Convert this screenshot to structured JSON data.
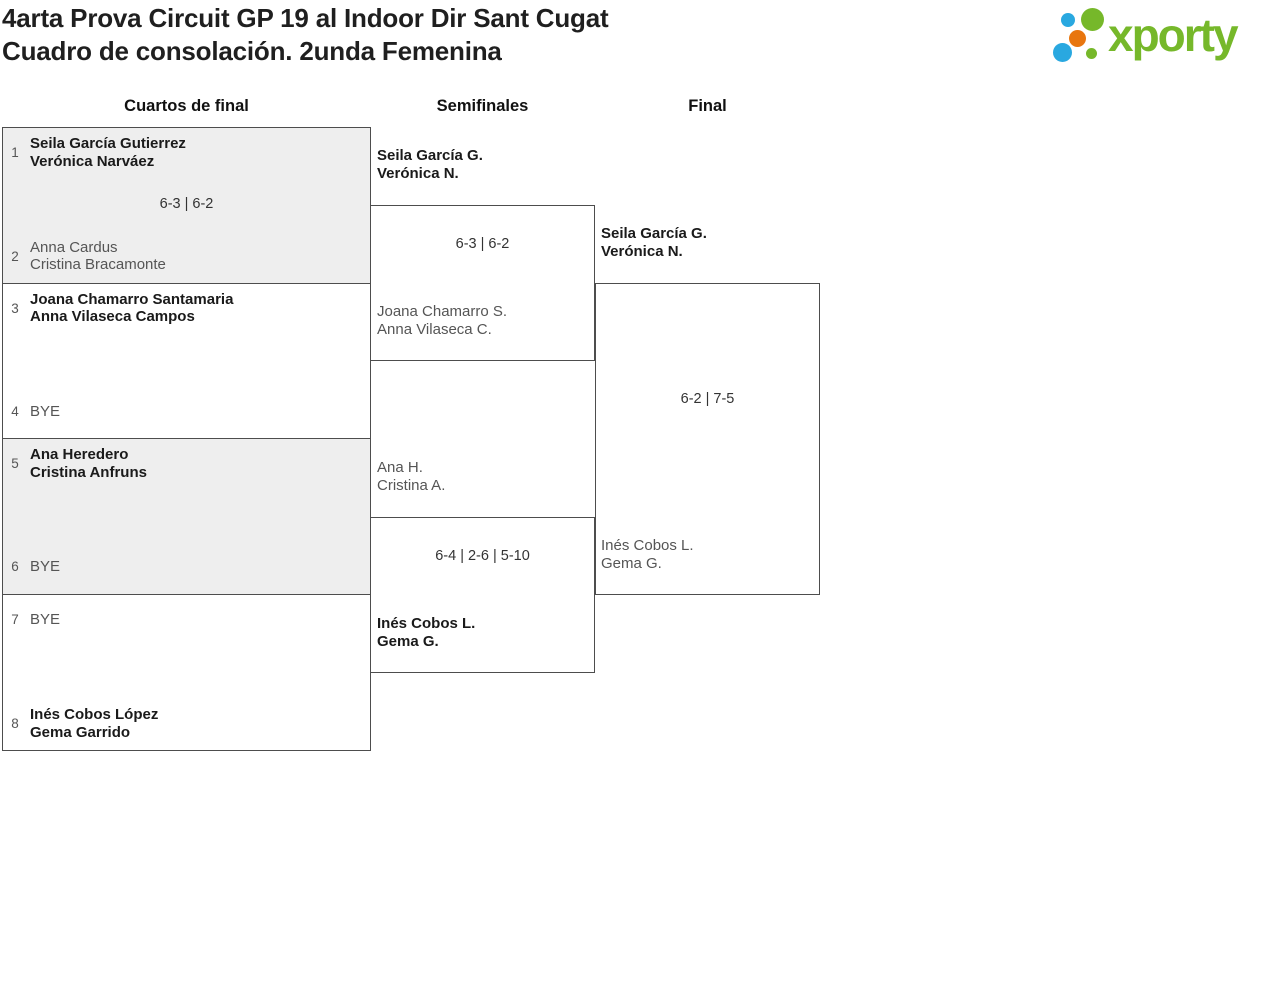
{
  "title": {
    "line1": "4arta Prova Circuit GP 19 al Indoor Dir Sant Cugat",
    "line2": "Cuadro de consolación. 2unda Femenina"
  },
  "logo": {
    "text": "xporty"
  },
  "round_headers": {
    "quarterfinals": "Cuartos de final",
    "semifinals": "Semifinales",
    "final": "Final"
  },
  "quarterfinals": [
    {
      "top": {
        "seed": "1",
        "line1": "Seila García Gutierrez",
        "line2": "Verónica Narváez",
        "winner": true
      },
      "score": "6-3 | 6-2",
      "bottom": {
        "seed": "2",
        "line1": "Anna Cardus",
        "line2": "Cristina Bracamonte",
        "winner": false
      }
    },
    {
      "top": {
        "seed": "3",
        "line1": "Joana Chamarro Santamaria",
        "line2": "Anna Vilaseca Campos",
        "winner": true
      },
      "score": "",
      "bottom": {
        "seed": "4",
        "line1": "BYE",
        "line2": "",
        "winner": false
      }
    },
    {
      "top": {
        "seed": "5",
        "line1": "Ana Heredero",
        "line2": "Cristina Anfruns",
        "winner": true
      },
      "score": "",
      "bottom": {
        "seed": "6",
        "line1": "BYE",
        "line2": "",
        "winner": false
      }
    },
    {
      "top": {
        "seed": "7",
        "line1": "BYE",
        "line2": "",
        "winner": false
      },
      "score": "",
      "bottom": {
        "seed": "8",
        "line1": "Inés Cobos López",
        "line2": "Gema Garrido",
        "winner": true
      }
    }
  ],
  "semifinals": [
    {
      "top": {
        "line1": "Seila García G.",
        "line2": "Verónica N.",
        "winner": true
      },
      "score": "6-3 | 6-2",
      "bottom": {
        "line1": "Joana Chamarro S.",
        "line2": "Anna Vilaseca C.",
        "winner": false
      }
    },
    {
      "top": {
        "line1": "Ana H.",
        "line2": "Cristina A.",
        "winner": false
      },
      "score": "6-4 | 2-6 | 5-10",
      "bottom": {
        "line1": "Inés Cobos L.",
        "line2": "Gema G.",
        "winner": true
      }
    }
  ],
  "final": {
    "top": {
      "line1": "Seila García G.",
      "line2": "Verónica N.",
      "winner": true
    },
    "score": "6-2 | 7-5",
    "bottom": {
      "line1": "Inés Cobos L.",
      "line2": "Gema G.",
      "winner": false
    }
  },
  "colors": {
    "brand_green": "#76b82a",
    "brand_blue": "#29a8e0",
    "brand_orange": "#e8760f",
    "border_col": "#4d4d4d",
    "shaded_fill": "#eeeeee",
    "winner_text": "#1a1a1a",
    "loser_text": "#555555",
    "score_text": "#333333",
    "title_text": "#1f1f1f"
  }
}
